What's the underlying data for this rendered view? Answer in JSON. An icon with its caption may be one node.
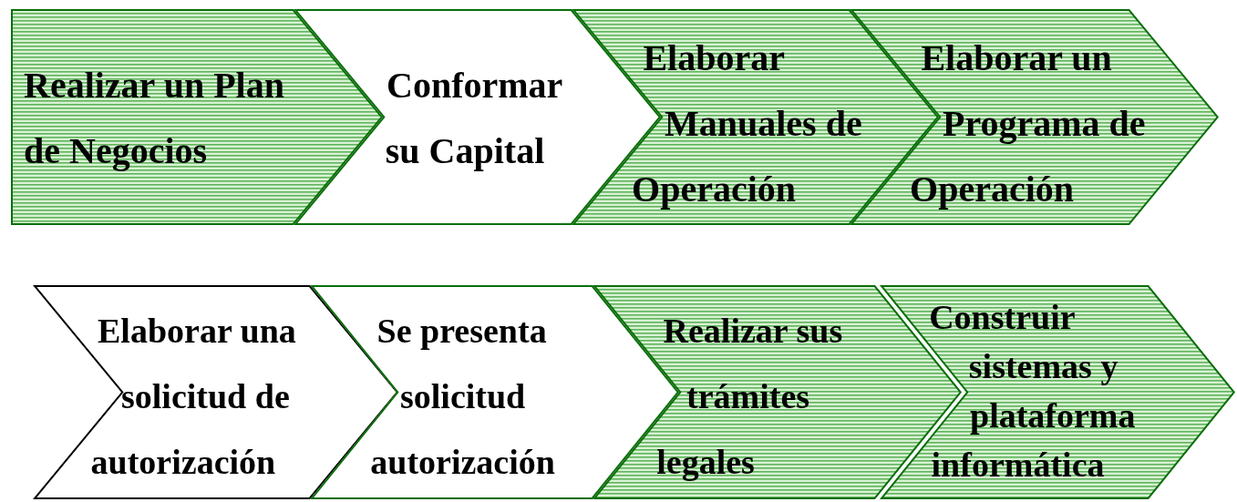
{
  "diagram": {
    "nodes": [
      {
        "text": [
          "Realizar un Plan de Negocios"
        ]
      },
      {
        "text": [
          "Conformar su Capital"
        ]
      },
      {
        "text": [
          "Elaborar Manuales de Operación"
        ]
      },
      {
        "text": [
          "Elaborar un Programa de Operación"
        ]
      },
      {
        "text": [
          "Elaborar una solicitud de autorización"
        ]
      },
      {
        "text": [
          "Se presenta solicitud autorización"
        ]
      },
      {
        "text": [
          "Realizar sus trámites legales"
        ]
      },
      {
        "text": [
          "Construir sistemas y plataforma informática"
        ]
      }
    ]
  }
}
